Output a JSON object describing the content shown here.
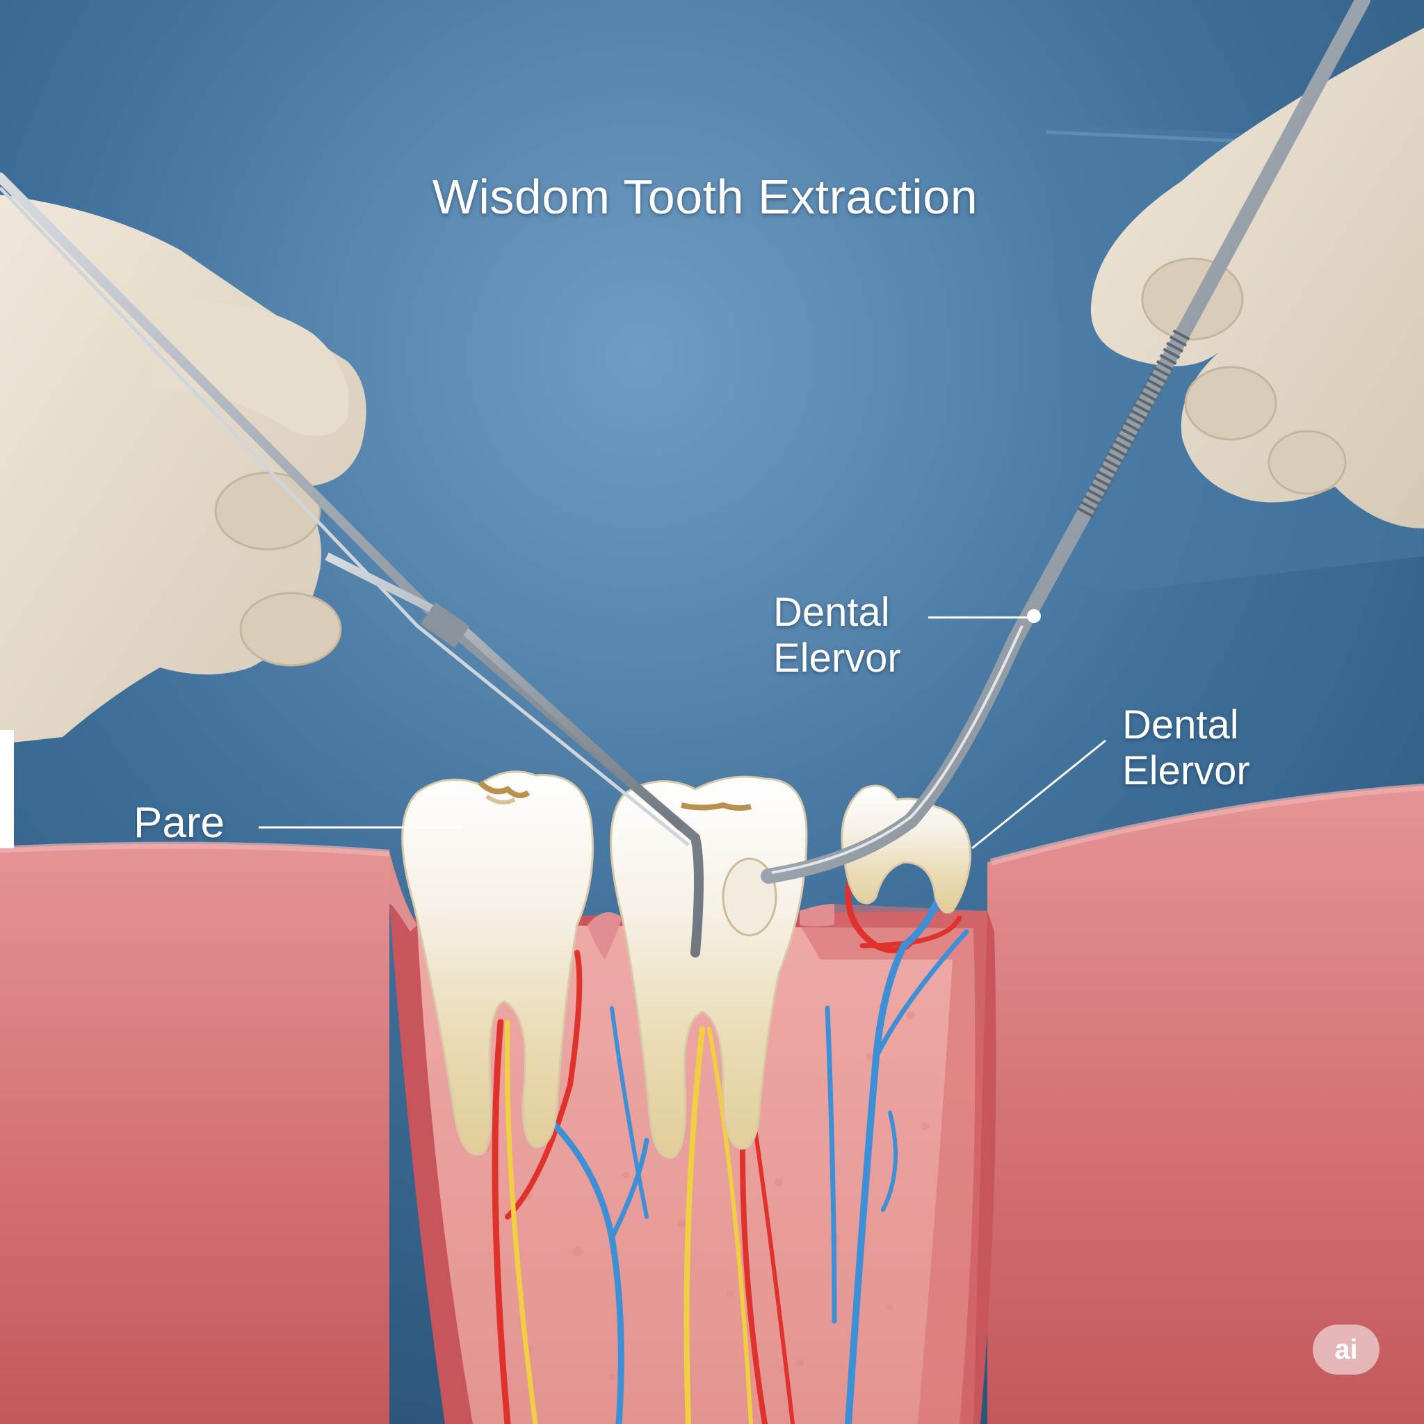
{
  "title": "Wisdom Tooth Extraction",
  "labels": {
    "pare": "Pare",
    "upper_instrument_line1": "Dental",
    "upper_instrument_line2": "Elervor",
    "right_tooth_line1": "Dental",
    "right_tooth_line2": "Elervor"
  },
  "watermark": "ai",
  "colors": {
    "background": "#35658f",
    "gum": "#d9787a",
    "bone": "#e9a3a0",
    "tooth": "#f7f3ea",
    "artery": "#e0322c",
    "vein": "#3d8fd6",
    "nerve": "#f0d040",
    "instrument": "#a9b0b8",
    "glove": "#e6dccd",
    "label_text": "#ffffff"
  }
}
